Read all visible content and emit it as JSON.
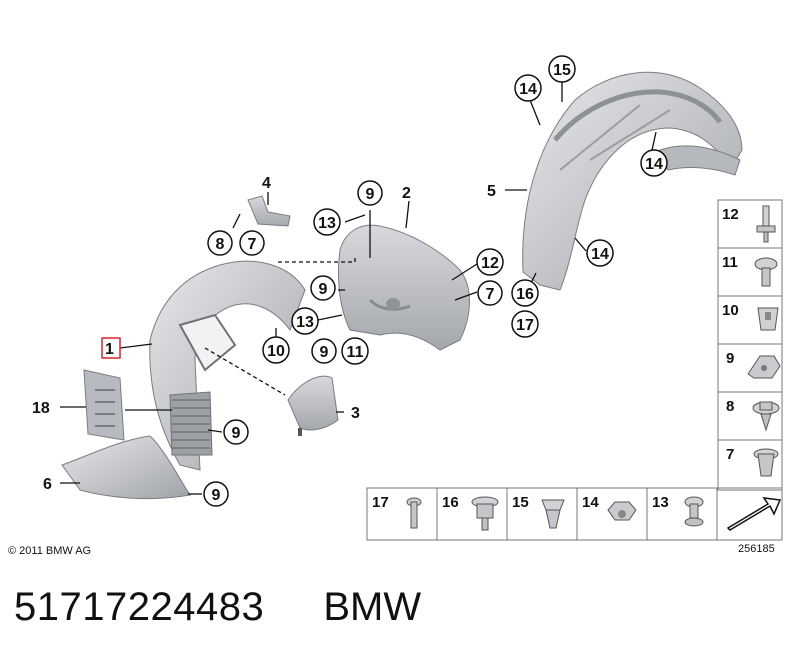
{
  "diagram": {
    "copyright": "© 2011 BMW AG",
    "figure_id": "256185",
    "callouts": [
      "1",
      "2",
      "3",
      "4",
      "5",
      "6",
      "7",
      "8",
      "9",
      "10",
      "11",
      "12",
      "13",
      "14",
      "15",
      "16",
      "17",
      "18"
    ],
    "fastener_table": {
      "column": [
        "12",
        "11",
        "10",
        "9",
        "8",
        "7"
      ],
      "row": [
        "17",
        "16",
        "15",
        "14",
        "13"
      ]
    },
    "colors": {
      "part_fill": "#c9cbcf",
      "part_shade": "#a9acb1",
      "part_light": "#e4e5e7",
      "highlight_box": "#d9232e"
    }
  },
  "footer": {
    "part_number": "51717224483",
    "brand": "BMW"
  }
}
